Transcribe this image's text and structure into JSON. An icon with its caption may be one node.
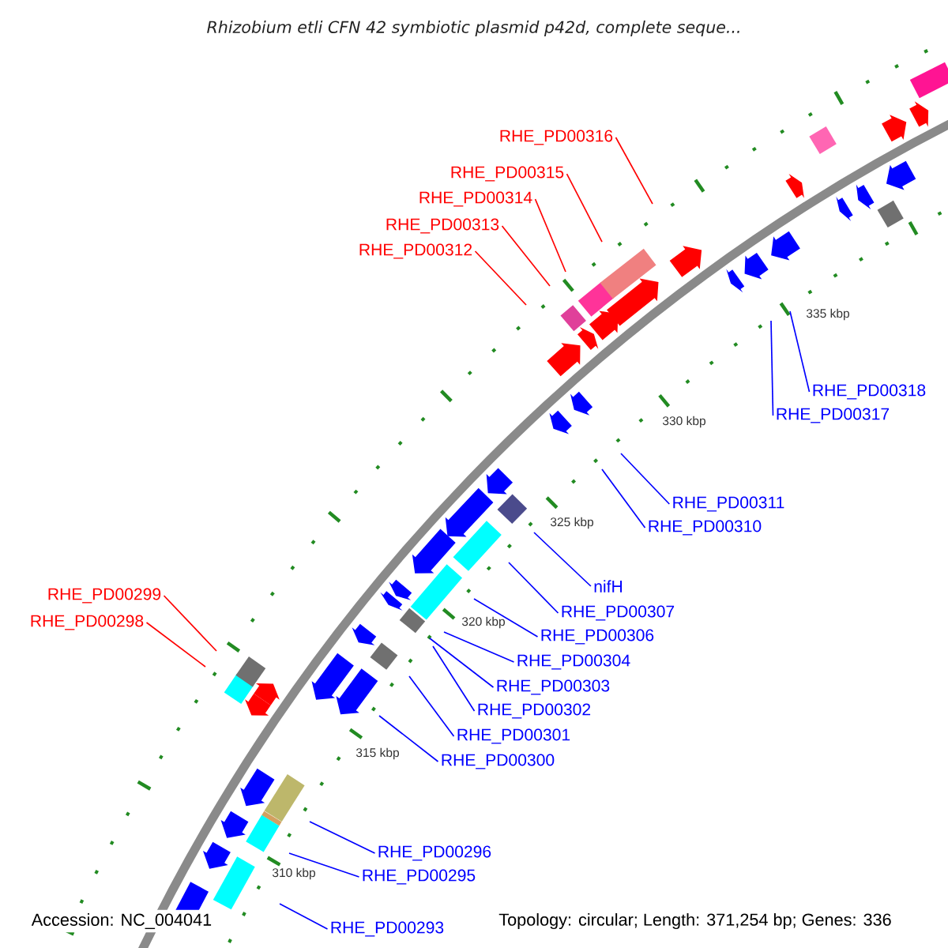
{
  "diagram": {
    "title": "Rhizobium etli CFN 42 symbiotic plasmid p42d, complete seque...",
    "nodes": [
      {
        "text": [
          "RHE_PD00316"
        ]
      },
      {
        "text": [
          "RHE_PD00315"
        ]
      },
      {
        "text": [
          "RHE_PD00314"
        ]
      },
      {
        "text": [
          "RHE_PD00313"
        ]
      },
      {
        "text": [
          "RHE_PD00312"
        ]
      },
      {
        "text": [
          "RHE_PD00318"
        ]
      },
      {
        "text": [
          "RHE_PD00317"
        ]
      },
      {
        "text": [
          "RHE_PD00311"
        ]
      },
      {
        "text": [
          "RHE_PD00310"
        ]
      },
      {
        "text": [
          "nifH"
        ]
      },
      {
        "text": [
          "RHE_PD00299"
        ]
      },
      {
        "text": [
          "RHE_PD00307"
        ]
      },
      {
        "text": [
          "RHE_PD00298"
        ]
      },
      {
        "text": [
          "RHE_PD00306"
        ]
      },
      {
        "text": [
          "RHE_PD00304"
        ]
      },
      {
        "text": [
          "RHE_PD00303"
        ]
      },
      {
        "text": [
          "RHE_PD00302"
        ]
      },
      {
        "text": [
          "RHE_PD00301"
        ]
      },
      {
        "text": [
          "RHE_PD00300"
        ]
      },
      {
        "text": [
          "RHE_PD00296"
        ]
      },
      {
        "text": [
          "RHE_PD00295"
        ]
      },
      {
        "text": [
          "RHE_PD00293"
        ]
      }
    ],
    "edges": [
      {
        "from": 0,
        "to": null,
        "arrow": "none",
        "color": "#ff0000"
      },
      {
        "from": 1,
        "to": null,
        "arrow": "none",
        "color": "#ff0000"
      },
      {
        "from": 2,
        "to": null,
        "arrow": "none",
        "color": "#ff0000"
      },
      {
        "from": 3,
        "to": null,
        "arrow": "none",
        "color": "#ff0000"
      },
      {
        "from": 4,
        "to": null,
        "arrow": "none",
        "color": "#ff0000"
      },
      {
        "from": 5,
        "to": null,
        "arrow": "none"
      },
      {
        "from": 6,
        "to": null,
        "arrow": "none"
      },
      {
        "from": 7,
        "to": null,
        "arrow": "none"
      },
      {
        "from": 8,
        "to": null,
        "arrow": "none"
      },
      {
        "from": 9,
        "to": null,
        "arrow": "none"
      },
      {
        "from": 10,
        "to": null,
        "arrow": "none",
        "color": "#ff0000"
      },
      {
        "from": 11,
        "to": null,
        "arrow": "none"
      },
      {
        "from": 12,
        "to": null,
        "arrow": "none",
        "color": "#ff0000"
      },
      {
        "from": 13,
        "to": null,
        "arrow": "none"
      },
      {
        "from": 14,
        "to": null,
        "arrow": "none"
      },
      {
        "from": 15,
        "to": null,
        "arrow": "none"
      },
      {
        "from": 16,
        "to": null,
        "arrow": "none"
      },
      {
        "from": 17,
        "to": null,
        "arrow": "none"
      },
      {
        "from": 18,
        "to": null,
        "arrow": "none"
      },
      {
        "from": 19,
        "to": null,
        "arrow": "none"
      },
      {
        "from": 20,
        "to": null,
        "arrow": "none"
      },
      {
        "from": 21,
        "to": null,
        "arrow": "none"
      }
    ],
    "labels": [
      "335 kbp",
      "330 kbp",
      "325 kbp",
      "320 kbp",
      "315 kbp",
      "310 kbp",
      "Accession: NC_004041",
      "Topology: circular; Length: 371,254 bp; Genes: 336"
    ]
  }
}
